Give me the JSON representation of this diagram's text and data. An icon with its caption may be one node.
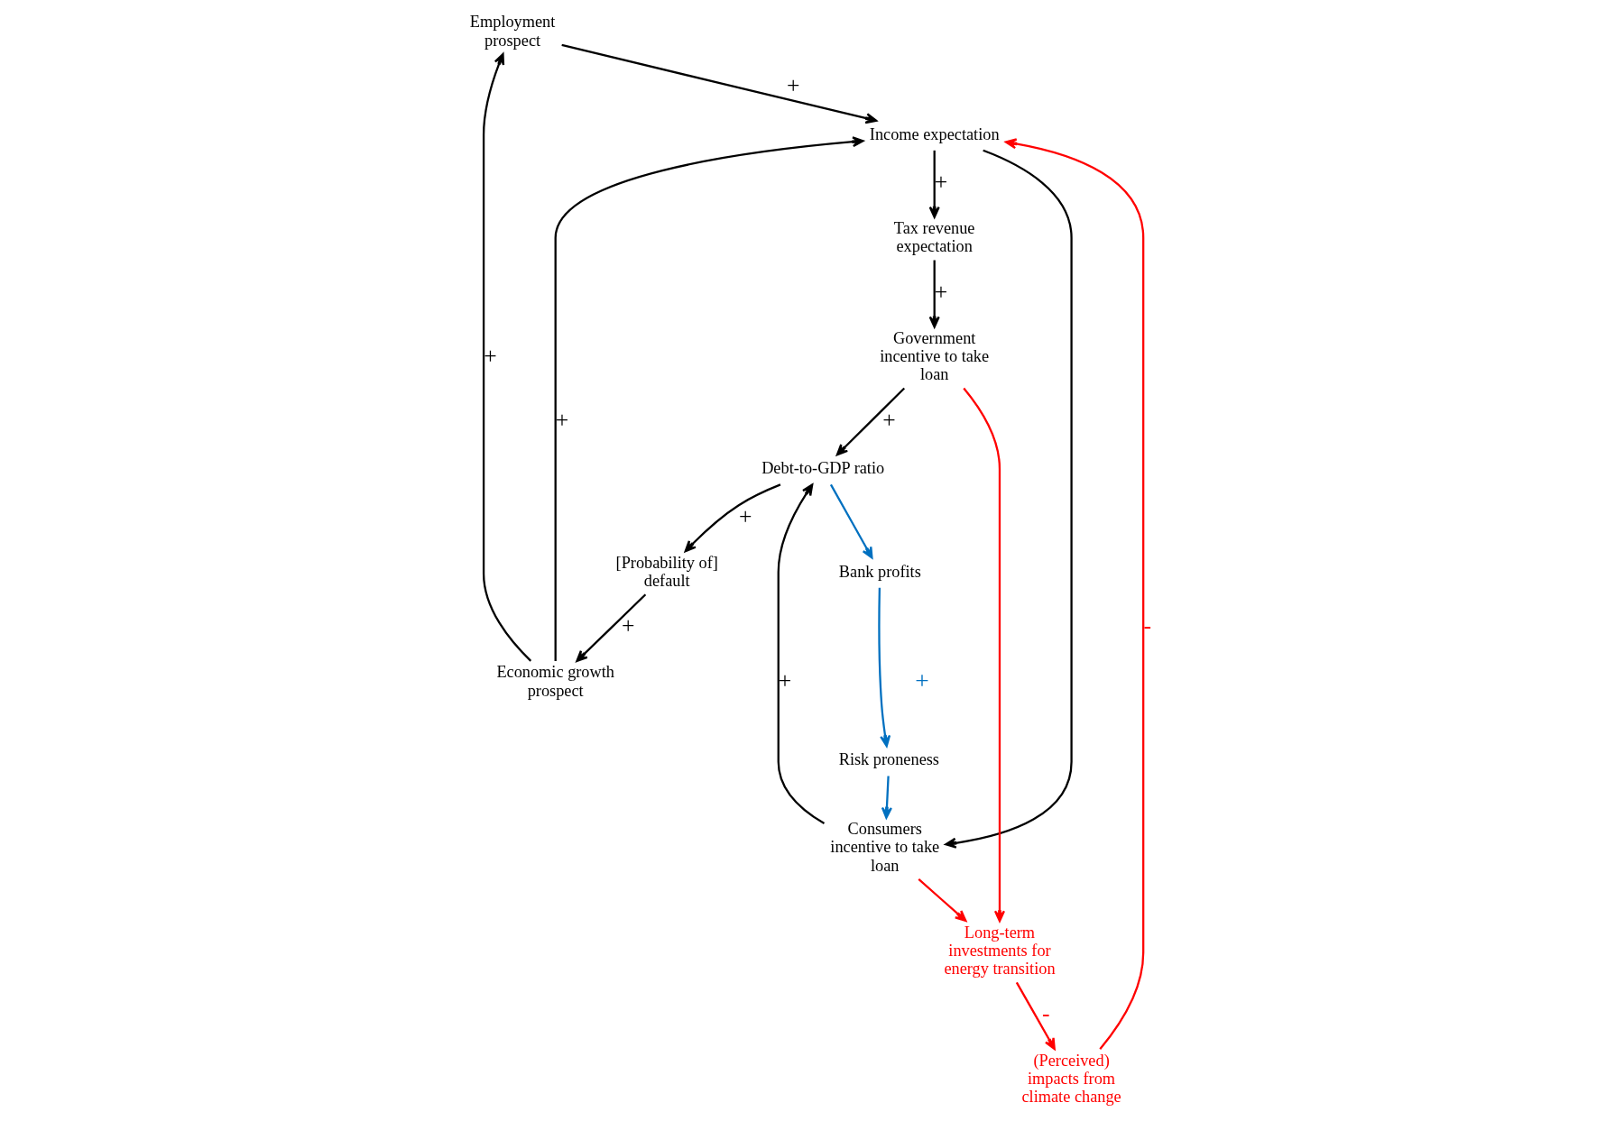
{
  "diagram": {
    "nodes": [
      {
        "text": [
          "Employment prospect"
        ]
      },
      {
        "text": [
          "(Perceived) impacts from climate change"
        ]
      },
      {
        "text": [
          "Economic growth prospect"
        ]
      },
      {
        "text": [
          "Income expectation"
        ]
      },
      {
        "text": [
          "Risk proneness"
        ]
      },
      {
        "text": [
          "Bank profits"
        ]
      },
      {
        "text": [
          "[Probability of] default"
        ]
      },
      {
        "text": [
          "Tax revenue expectation"
        ]
      },
      {
        "text": [
          "Debt-to-GDP ratio"
        ]
      },
      {
        "text": [
          "Consumers incentive to take loan"
        ]
      },
      {
        "text": [
          "Government incentive to take loan"
        ]
      },
      {
        "text": [
          "Long-term investments for energy transition"
        ]
      }
    ],
    "edges": [
      {
        "from": 2,
        "to": 0,
        "arrow": "to",
        "label": "+"
      },
      {
        "from": 0,
        "to": 3,
        "arrow": "to",
        "label": "+"
      },
      {
        "from": 2,
        "to": 3,
        "arrow": "to",
        "label": "+"
      },
      {
        "from": 1,
        "to": 3,
        "arrow": "to",
        "label": "-",
        "color": "#ff0000"
      },
      {
        "from": 3,
        "to": 7,
        "arrow": "to",
        "label": "+"
      },
      {
        "from": 3,
        "to": 9,
        "arrow": "to"
      },
      {
        "from": 4,
        "to": 9,
        "arrow": "to",
        "color": "#0070c0"
      },
      {
        "from": 5,
        "to": 4,
        "arrow": "to",
        "color": "#0070c0"
      },
      {
        "from": 8,
        "to": 5,
        "arrow": "to",
        "color": "#0070c0"
      },
      {
        "from": 9,
        "to": 8,
        "arrow": "to",
        "label": "+"
      },
      {
        "from": 7,
        "to": 10,
        "arrow": "to",
        "label": "+"
      },
      {
        "from": 10,
        "to": 8,
        "arrow": "to",
        "label": "+"
      },
      {
        "from": 8,
        "to": 6,
        "arrow": "to",
        "label": "+"
      },
      {
        "from": 6,
        "to": 2,
        "arrow": "to",
        "label": "+"
      },
      {
        "from": 9,
        "to": 11,
        "arrow": "to",
        "color": "#ff0000"
      },
      {
        "from": 10,
        "to": 11,
        "arrow": "to",
        "color": "#ff0000"
      },
      {
        "from": 11,
        "to": 1,
        "arrow": "to",
        "label": "-",
        "color": "#ff0000"
      }
    ],
    "labels": [
      "+"
    ]
  }
}
